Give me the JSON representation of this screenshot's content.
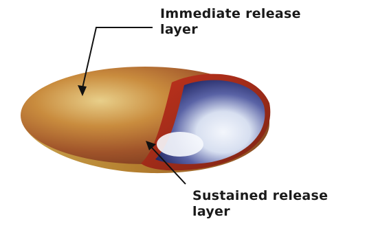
{
  "labels": {
    "top": {
      "line1": "Immediate release",
      "line2": "layer"
    },
    "bottom": {
      "line1": "Sustained release",
      "line2": "layer"
    }
  },
  "colors": {
    "outer_layer": "#a0542a",
    "outer_layer_highlight": "#d9b56a",
    "inner_core_blue": "#2b2f78",
    "inner_core_light": "#e9eef8",
    "arrow": "#111111"
  }
}
